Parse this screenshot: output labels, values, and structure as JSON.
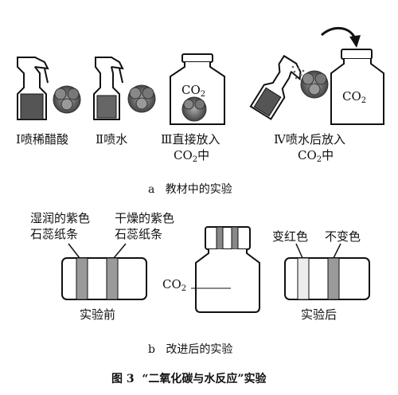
{
  "part_a": {
    "items": [
      {
        "numeral": "Ⅰ",
        "label": "喷稀醋酸"
      },
      {
        "numeral": "Ⅱ",
        "label": "喷水"
      },
      {
        "numeral": "Ⅲ",
        "label": "直接放入",
        "label2_prefix": "CO",
        "label2_sub": "2",
        "label2_suffix": "中"
      },
      {
        "numeral": "Ⅳ",
        "label": "喷水后放入",
        "label2_prefix": "CO",
        "label2_sub": "2",
        "label2_suffix": "中"
      }
    ],
    "jar_label_prefix": "CO",
    "jar_label_sub": "2",
    "caption_letter": "a",
    "caption": "教材中的实验"
  },
  "part_b": {
    "wet_label_1": "湿润的紫色",
    "wet_label_2": "石蕊纸条",
    "dry_label_1": "干燥的紫色",
    "dry_label_2": "石蕊纸条",
    "co2_prefix": "CO",
    "co2_sub": "2",
    "before": "实验前",
    "turned_red": "变红色",
    "unchanged": "不变色",
    "after": "实验后",
    "caption_letter": "b",
    "caption": "改进后的实验"
  },
  "figure": {
    "number": "图 3",
    "title": "“二氧化碳与水反应”实验"
  }
}
